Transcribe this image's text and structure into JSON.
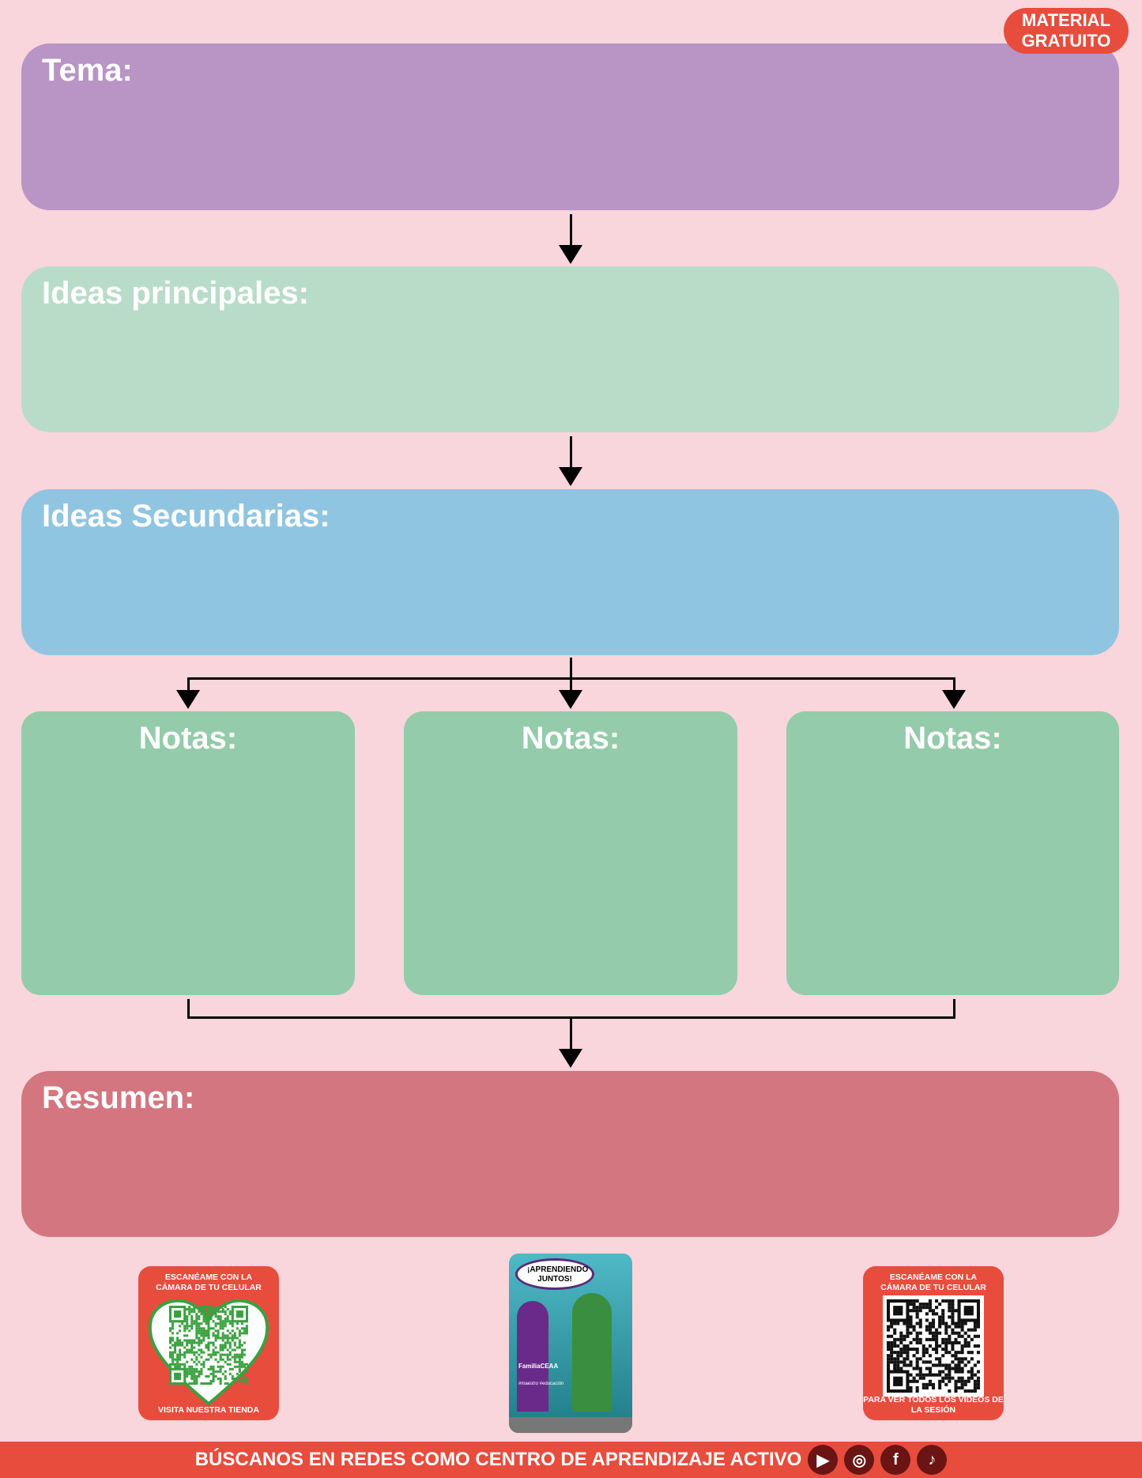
{
  "badge": {
    "line1": "MATERIAL",
    "line2": "GRATUITO"
  },
  "boxes": {
    "tema": "Tema:",
    "principales": "Ideas principales:",
    "secundarias": "Ideas Secundarias:",
    "notas": [
      "Notas:",
      "Notas:",
      "Notas:"
    ],
    "resumen": "Resumen:"
  },
  "colors": {
    "background": "#f9d5dc",
    "tema": "#b895c4",
    "principales": "#b9dcc9",
    "secundarias": "#90c5e2",
    "notas": "#94cbaa",
    "resumen": "#d37680",
    "accent": "#e84c3d"
  },
  "qr_left": {
    "top": "ESCANÉAME CON LA CÁMARA DE TU CELULAR",
    "bottom": "VISITA NUESTRA TIENDA"
  },
  "qr_right": {
    "top": "ESCANÉAME CON LA CÁMARA DE TU CELULAR",
    "bottom": "PARA VER TODOS LOS VIDEOS DE LA SESIÓN"
  },
  "phone": {
    "bubble": "¡APRENDIENDO JUNTOS!",
    "handle": "FamiliaCEAA",
    "tags": "#maestro #educación"
  },
  "footer": {
    "text": "BÚSCANOS EN REDES COMO CENTRO DE APRENDIZAJE ACTIVO",
    "icons": [
      "youtube-icon",
      "instagram-icon",
      "facebook-icon",
      "tiktok-icon"
    ]
  }
}
